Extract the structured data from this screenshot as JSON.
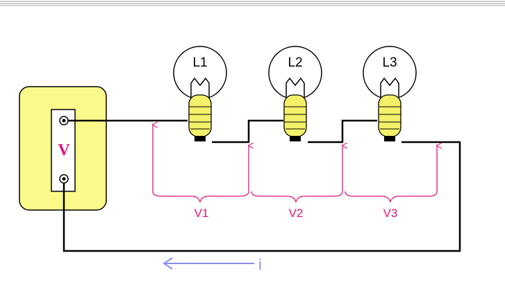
{
  "lamps": [
    {
      "label": "L1"
    },
    {
      "label": "L2"
    },
    {
      "label": "L3"
    }
  ],
  "voltages": [
    {
      "label": "V1"
    },
    {
      "label": "V2"
    },
    {
      "label": "V3"
    }
  ],
  "source": {
    "label": "V"
  },
  "current": {
    "label": "i"
  },
  "colors": {
    "source_case": "#fafa8a",
    "lamp_base": "#f4f06a",
    "wire": "#000000",
    "voltage_annotation": "#e0147a",
    "current_arrow": "#8a8cf0"
  }
}
